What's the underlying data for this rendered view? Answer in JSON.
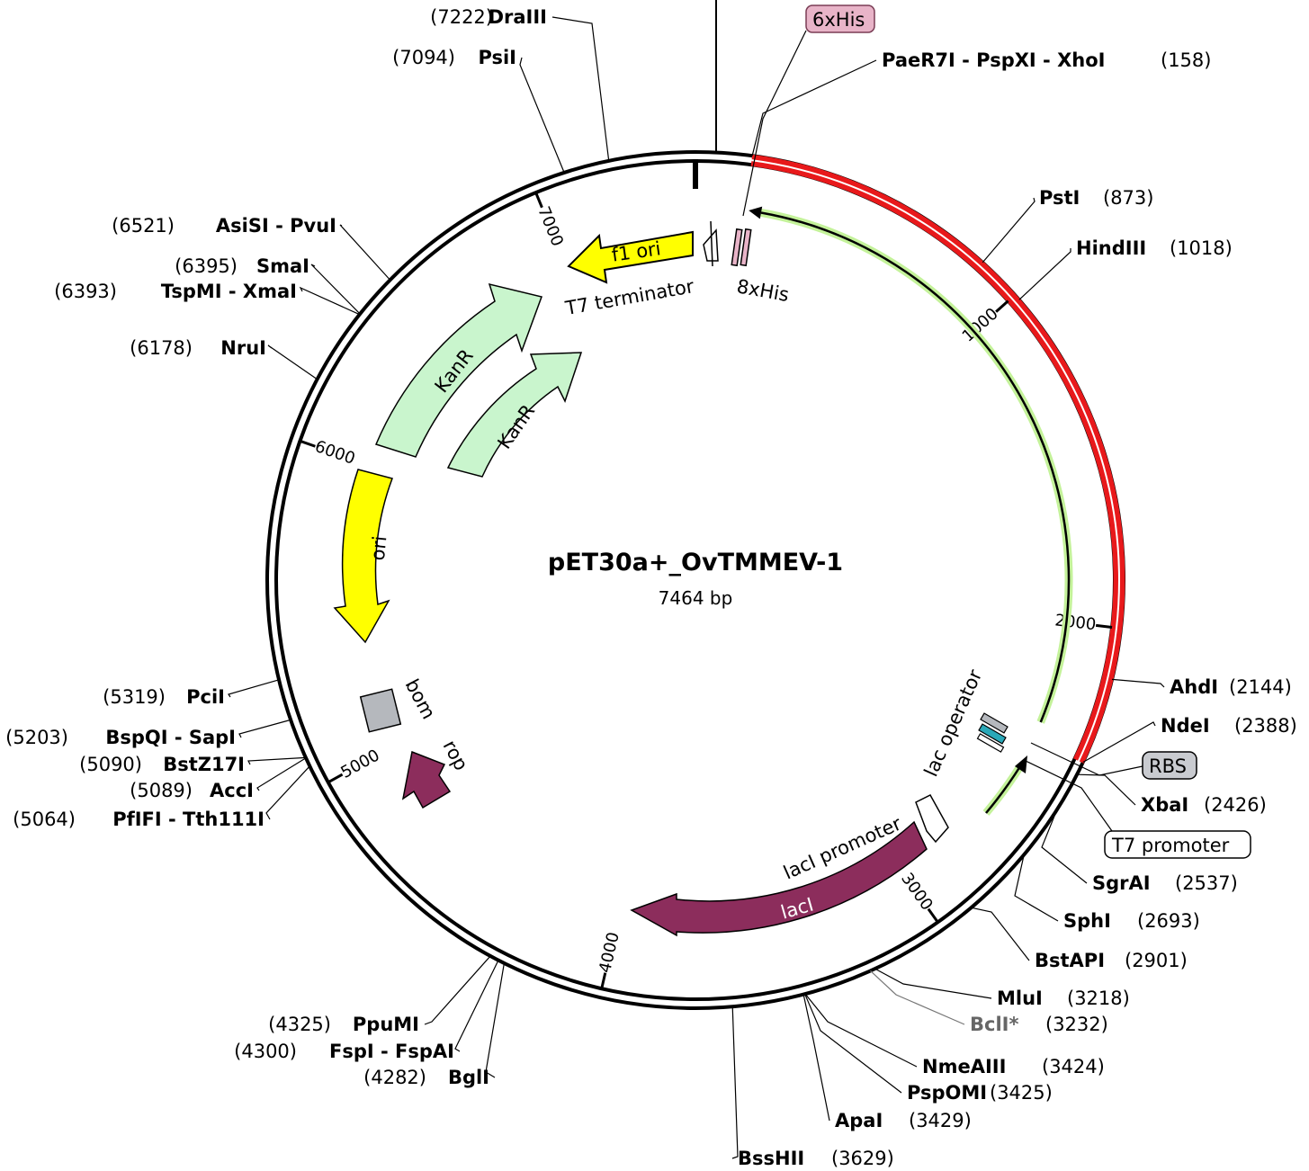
{
  "title": "pET30a+_OvTMMEV-1",
  "length_label": "7464 bp",
  "total_bp": 7464,
  "colors": {
    "backbone": "#000000",
    "insert": "#e8191b",
    "ori": "#ffff00",
    "kanr": "#c9f5cd",
    "laci": "#8c2d5c",
    "bom": "#b5b8bd",
    "rop": "#8c2d5c",
    "cds": "#c4f29a",
    "his_box": "#e8b4c8",
    "rbs_box": "#c9cbd0",
    "lacop": "#2aa8b8"
  },
  "ticks": [
    {
      "bp": 1000,
      "label": "1000"
    },
    {
      "bp": 2000,
      "label": "2000"
    },
    {
      "bp": 3000,
      "label": "3000"
    },
    {
      "bp": 4000,
      "label": "4000"
    },
    {
      "bp": 5000,
      "label": "5000"
    },
    {
      "bp": 6000,
      "label": "6000"
    },
    {
      "bp": 7000,
      "label": "7000"
    }
  ],
  "insert": {
    "start": 158,
    "end": 2390
  },
  "cds_arrow": {
    "start": 165,
    "end": 2440,
    "direction": "reverse"
  },
  "sites": [
    {
      "name": "DraIII",
      "pos": "(7222)",
      "bp": 7222,
      "side": "left"
    },
    {
      "name": "PsiI",
      "pos": "(7094)",
      "bp": 7094,
      "side": "left"
    },
    {
      "name": "PaeR7I - PspXI - XhoI",
      "pos": "(158)",
      "bp": 158,
      "side": "right"
    },
    {
      "name": "PstI",
      "pos": "(873)",
      "bp": 873,
      "side": "right"
    },
    {
      "name": "HindIII",
      "pos": "(1018)",
      "bp": 1018,
      "side": "right"
    },
    {
      "name": "AhdI",
      "pos": "(2144)",
      "bp": 2144,
      "side": "right"
    },
    {
      "name": "NdeI",
      "pos": "(2388)",
      "bp": 2388,
      "side": "right"
    },
    {
      "name": "XbaI",
      "pos": "(2426)",
      "bp": 2426,
      "side": "right"
    },
    {
      "name": "SgrAI",
      "pos": "(2537)",
      "bp": 2537,
      "side": "right"
    },
    {
      "name": "SphI",
      "pos": "(2693)",
      "bp": 2693,
      "side": "right"
    },
    {
      "name": "BstAPI",
      "pos": "(2901)",
      "bp": 2901,
      "side": "right"
    },
    {
      "name": "MluI",
      "pos": "(3218)",
      "bp": 3218,
      "side": "right"
    },
    {
      "name": "BclI*",
      "pos": "(3232)",
      "bp": 3232,
      "side": "right",
      "muted": true
    },
    {
      "name": "NmeAIII",
      "pos": "(3424)",
      "bp": 3424,
      "side": "right"
    },
    {
      "name": "PspOMI",
      "pos": "(3425)",
      "bp": 3425,
      "side": "right"
    },
    {
      "name": "ApaI",
      "pos": "(3429)",
      "bp": 3429,
      "side": "right"
    },
    {
      "name": "BssHII",
      "pos": "(3629)",
      "bp": 3629,
      "side": "right"
    },
    {
      "name": "PpuMI",
      "pos": "(4325)",
      "bp": 4325,
      "side": "left"
    },
    {
      "name": "FspI - FspAI",
      "pos": "(4300)",
      "bp": 4300,
      "side": "left"
    },
    {
      "name": "BglI",
      "pos": "(4282)",
      "bp": 4282,
      "side": "left"
    },
    {
      "name": "PfIFI - Tth111I",
      "pos": "(5064)",
      "bp": 5064,
      "side": "left"
    },
    {
      "name": "AccI",
      "pos": "(5089)",
      "bp": 5089,
      "side": "left"
    },
    {
      "name": "BstZ17I",
      "pos": "(5090)",
      "bp": 5090,
      "side": "left"
    },
    {
      "name": "BspQI - SapI",
      "pos": "(5203)",
      "bp": 5203,
      "side": "left"
    },
    {
      "name": "PciI",
      "pos": "(5319)",
      "bp": 5319,
      "side": "left"
    },
    {
      "name": "NruI",
      "pos": "(6178)",
      "bp": 6178,
      "side": "left"
    },
    {
      "name": "TspMI - XmaI",
      "pos": "(6393)",
      "bp": 6393,
      "side": "left"
    },
    {
      "name": "SmaI",
      "pos": "(6395)",
      "bp": 6395,
      "side": "left"
    },
    {
      "name": "AsiSI - PvuI",
      "pos": "(6521)",
      "bp": 6521,
      "side": "left"
    }
  ],
  "features": {
    "his6": "6xHis",
    "his8": "8xHis",
    "rbs": "RBS",
    "t7promoter": "T7 promoter",
    "f1ori": "f1 ori",
    "t7terminator": "T7 terminator",
    "kanr": "KanR",
    "kanr2": "KanR",
    "ori": "ori",
    "bom": "bom",
    "rop": "rop",
    "laci": "lacI",
    "laci_promoter": "lacI promoter",
    "lac_operator": "lac operator"
  }
}
